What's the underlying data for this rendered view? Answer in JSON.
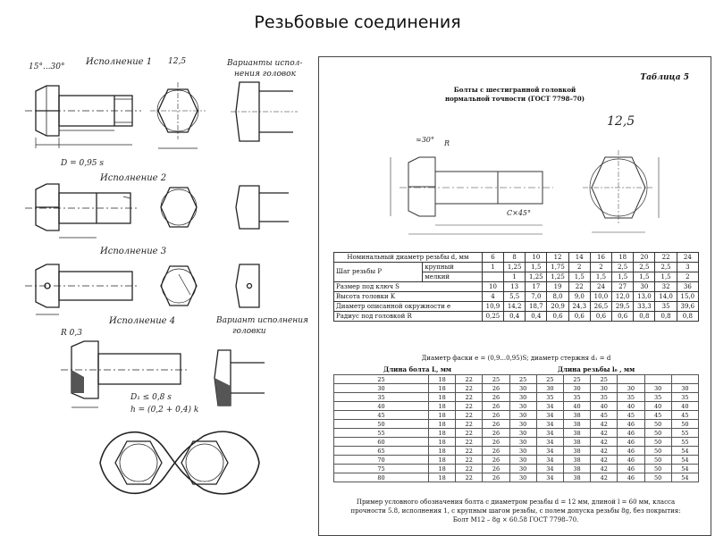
{
  "slide": {
    "title": "Резьбовые соединения"
  },
  "left": {
    "labels": {
      "variant1": "Исполнение 1",
      "variant2": "Исполнение 2",
      "variant3": "Исполнение 3",
      "variant4": "Исполнение 4",
      "head_variants_1": "Варианты испол-",
      "head_variants_2": "нения головок",
      "head_variant_b_1": "Вариант исполнения",
      "head_variant_b_2": "головки",
      "angle": "15°...30°",
      "roughness": "12,5",
      "formula_d": "D = 0,95 s",
      "formula_d1": "D₁ ≤ 0,8 s",
      "formula_h": "h = (0,2 + 0,4) k",
      "r": "R 0,3"
    }
  },
  "right": {
    "table_no": "Таблица 5",
    "title_line1": "Болты с шестигранной головкой",
    "title_line2": "нормальной точности (ГОСТ 7798–70)",
    "dims": {
      "angle": "≈30°",
      "roughness": "12,5",
      "chamfer": "C×45°",
      "r": "R"
    },
    "spec": {
      "header_label": "Номинальный диаметр резьбы d, мм",
      "diameters": [
        "6",
        "8",
        "10",
        "12",
        "14",
        "16",
        "18",
        "20",
        "22",
        "24"
      ],
      "rows": [
        {
          "label": "Шаг резьбы P",
          "sub": "крупный",
          "values": [
            "1",
            "1,25",
            "1,5",
            "1,75",
            "2",
            "2",
            "2,5",
            "2,5",
            "2,5",
            "3"
          ]
        },
        {
          "label": "",
          "sub": "мелкий",
          "values": [
            "",
            "1",
            "1,25",
            "1,25",
            "1,5",
            "1,5",
            "1,5",
            "1,5",
            "1,5",
            "2"
          ]
        },
        {
          "label": "Размер под ключ S",
          "sub": "",
          "values": [
            "10",
            "13",
            "17",
            "19",
            "22",
            "24",
            "27",
            "30",
            "32",
            "36"
          ]
        },
        {
          "label": "Высота головки K",
          "sub": "",
          "values": [
            "4",
            "5,5",
            "7,0",
            "8,0",
            "9,0",
            "10,0",
            "12,0",
            "13,0",
            "14,0",
            "15,0"
          ]
        },
        {
          "label": "Диаметр описанной окружности e",
          "sub": "",
          "values": [
            "10,9",
            "14,2",
            "18,7",
            "20,9",
            "24,3",
            "26,5",
            "29,5",
            "33,3",
            "35",
            "39,6"
          ]
        },
        {
          "label": "Радиус под головкой R",
          "sub": "",
          "values": [
            "0,25",
            "0,4",
            "0,4",
            "0,6",
            "0,6",
            "0,6",
            "0,6",
            "0,8",
            "0,8",
            "0,8"
          ]
        }
      ]
    },
    "formula_note": "Диаметр фаски e = (0,9...0,95)S;          диаметр стержня d₁ = d",
    "length_header": "Длина болта L, мм",
    "thread_header": "Длина резьбы l₀ , мм",
    "lengths": [
      {
        "L": "25",
        "b": [
          "18",
          "22",
          "25",
          "25",
          "25",
          "25",
          "25",
          "",
          "",
          ""
        ]
      },
      {
        "L": "30",
        "b": [
          "18",
          "22",
          "26",
          "30",
          "30",
          "30",
          "30",
          "30",
          "30",
          "30"
        ]
      },
      {
        "L": "35",
        "b": [
          "18",
          "22",
          "26",
          "30",
          "35",
          "35",
          "35",
          "35",
          "35",
          "35"
        ]
      },
      {
        "L": "40",
        "b": [
          "18",
          "22",
          "26",
          "30",
          "34",
          "40",
          "40",
          "40",
          "40",
          "40"
        ]
      },
      {
        "L": "45",
        "b": [
          "18",
          "22",
          "26",
          "30",
          "34",
          "38",
          "45",
          "45",
          "45",
          "45"
        ]
      },
      {
        "L": "50",
        "b": [
          "18",
          "22",
          "26",
          "30",
          "34",
          "38",
          "42",
          "46",
          "50",
          "50"
        ]
      },
      {
        "L": "55",
        "b": [
          "18",
          "22",
          "26",
          "30",
          "34",
          "38",
          "42",
          "46",
          "50",
          "55"
        ]
      },
      {
        "L": "60",
        "b": [
          "18",
          "22",
          "26",
          "30",
          "34",
          "38",
          "42",
          "46",
          "50",
          "55"
        ]
      },
      {
        "L": "65",
        "b": [
          "18",
          "22",
          "26",
          "30",
          "34",
          "38",
          "42",
          "46",
          "50",
          "54"
        ]
      },
      {
        "L": "70",
        "b": [
          "18",
          "22",
          "26",
          "30",
          "34",
          "38",
          "42",
          "46",
          "50",
          "54"
        ]
      },
      {
        "L": "75",
        "b": [
          "18",
          "22",
          "26",
          "30",
          "34",
          "38",
          "42",
          "46",
          "50",
          "54"
        ]
      },
      {
        "L": "80",
        "b": [
          "18",
          "22",
          "26",
          "30",
          "34",
          "38",
          "42",
          "46",
          "50",
          "54"
        ]
      }
    ],
    "footnote_1": "Пример условного обозначения болта с диаметром резьбы d = 12 мм, длиной l = 60 мм, класса",
    "footnote_2": "прочности 5.8, исполнения 1, с крупным шагом резьбы, с полем допуска резьбы 8g, без покрытия:",
    "footnote_3": "Болт M12 – 8g × 60.58 ГОСТ 7798–70."
  }
}
